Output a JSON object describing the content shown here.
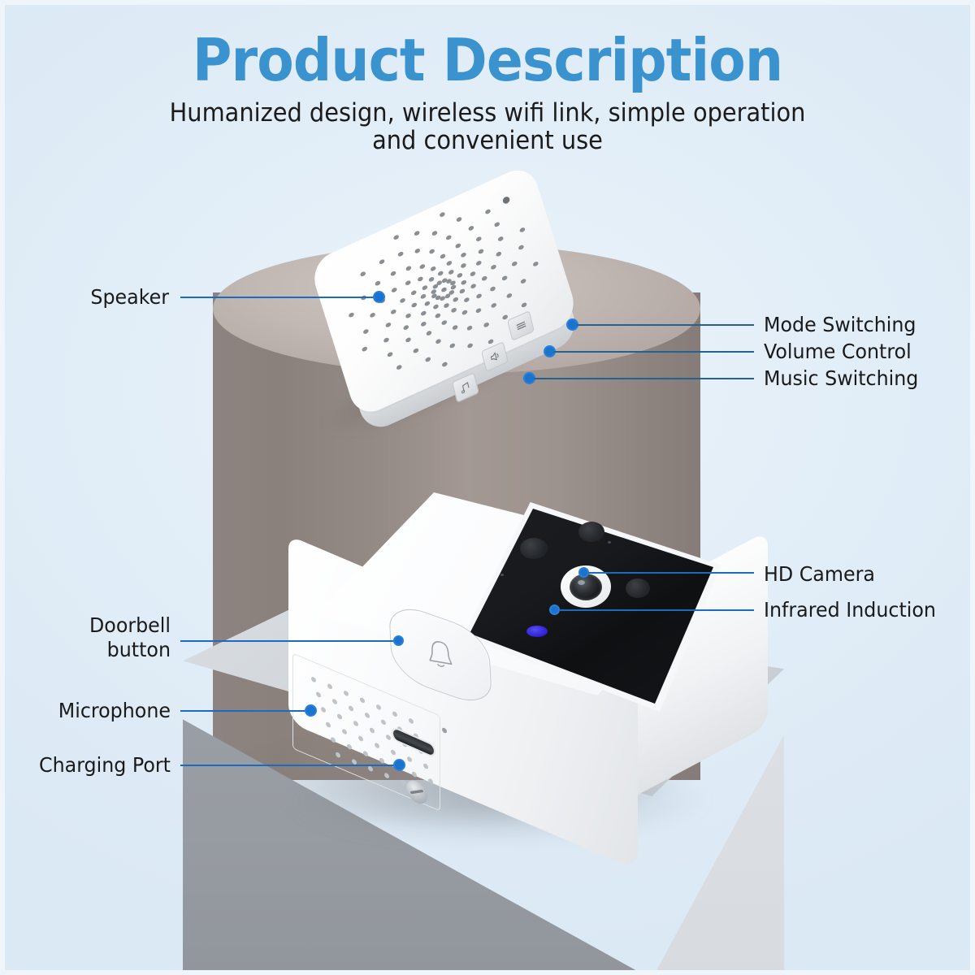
{
  "header": {
    "title": "Product Description",
    "subtitle_line1": "Humanized design, wireless wifi link, simple operation",
    "subtitle_line2": "and convenient use"
  },
  "colors": {
    "title_blue": "#3a93ce",
    "callout_blue": "#1b72cf",
    "leader_line": "#1b6cc0",
    "background": "#e1edf7",
    "label_text": "#1a1a1a",
    "cylinder": "#8d8380",
    "cube_top": "#cfd4d9",
    "cube_left": "#979ca2",
    "device_white": "#ffffff",
    "camera_panel": "#141619",
    "ir_emitter": "#3a2ee0"
  },
  "callouts": {
    "left": [
      {
        "id": "speaker",
        "label": "Speaker",
        "lines": [
          "Speaker"
        ]
      },
      {
        "id": "doorbell-button",
        "label": "Doorbell button",
        "lines": [
          "Doorbell",
          "button"
        ]
      },
      {
        "id": "microphone",
        "label": "Microphone",
        "lines": [
          "Microphone"
        ]
      },
      {
        "id": "charging-port",
        "label": "Charging Port",
        "lines": [
          "Charging Port"
        ]
      }
    ],
    "right": [
      {
        "id": "mode-switching",
        "label": "Mode Switching"
      },
      {
        "id": "volume-control",
        "label": "Volume Control"
      },
      {
        "id": "music-switching",
        "label": "Music Switching"
      },
      {
        "id": "hd-camera",
        "label": "HD Camera"
      },
      {
        "id": "infrared-induction",
        "label": "Infrared Induction"
      }
    ]
  },
  "devices": {
    "chime": {
      "name": "wireless chime receiver",
      "buttons": [
        {
          "id": "mode-button",
          "icon": "menu-lines-icon"
        },
        {
          "id": "volume-button",
          "icon": "speaker-volume-icon"
        },
        {
          "id": "music-button",
          "icon": "music-note-icon"
        }
      ],
      "indicator": "led-indicator"
    },
    "doorbell": {
      "name": "video doorbell camera",
      "parts": [
        {
          "id": "hd-camera-lens",
          "icon": "camera-lens-icon"
        },
        {
          "id": "ir-emitter",
          "icon": "infrared-led-icon"
        },
        {
          "id": "bell-button",
          "icon": "bell-icon"
        },
        {
          "id": "mic-grille",
          "icon": "microphone-grille-icon"
        },
        {
          "id": "usb-c-port",
          "icon": "usb-c-port-icon"
        },
        {
          "id": "mount-screw",
          "icon": "screw-icon"
        }
      ]
    }
  }
}
